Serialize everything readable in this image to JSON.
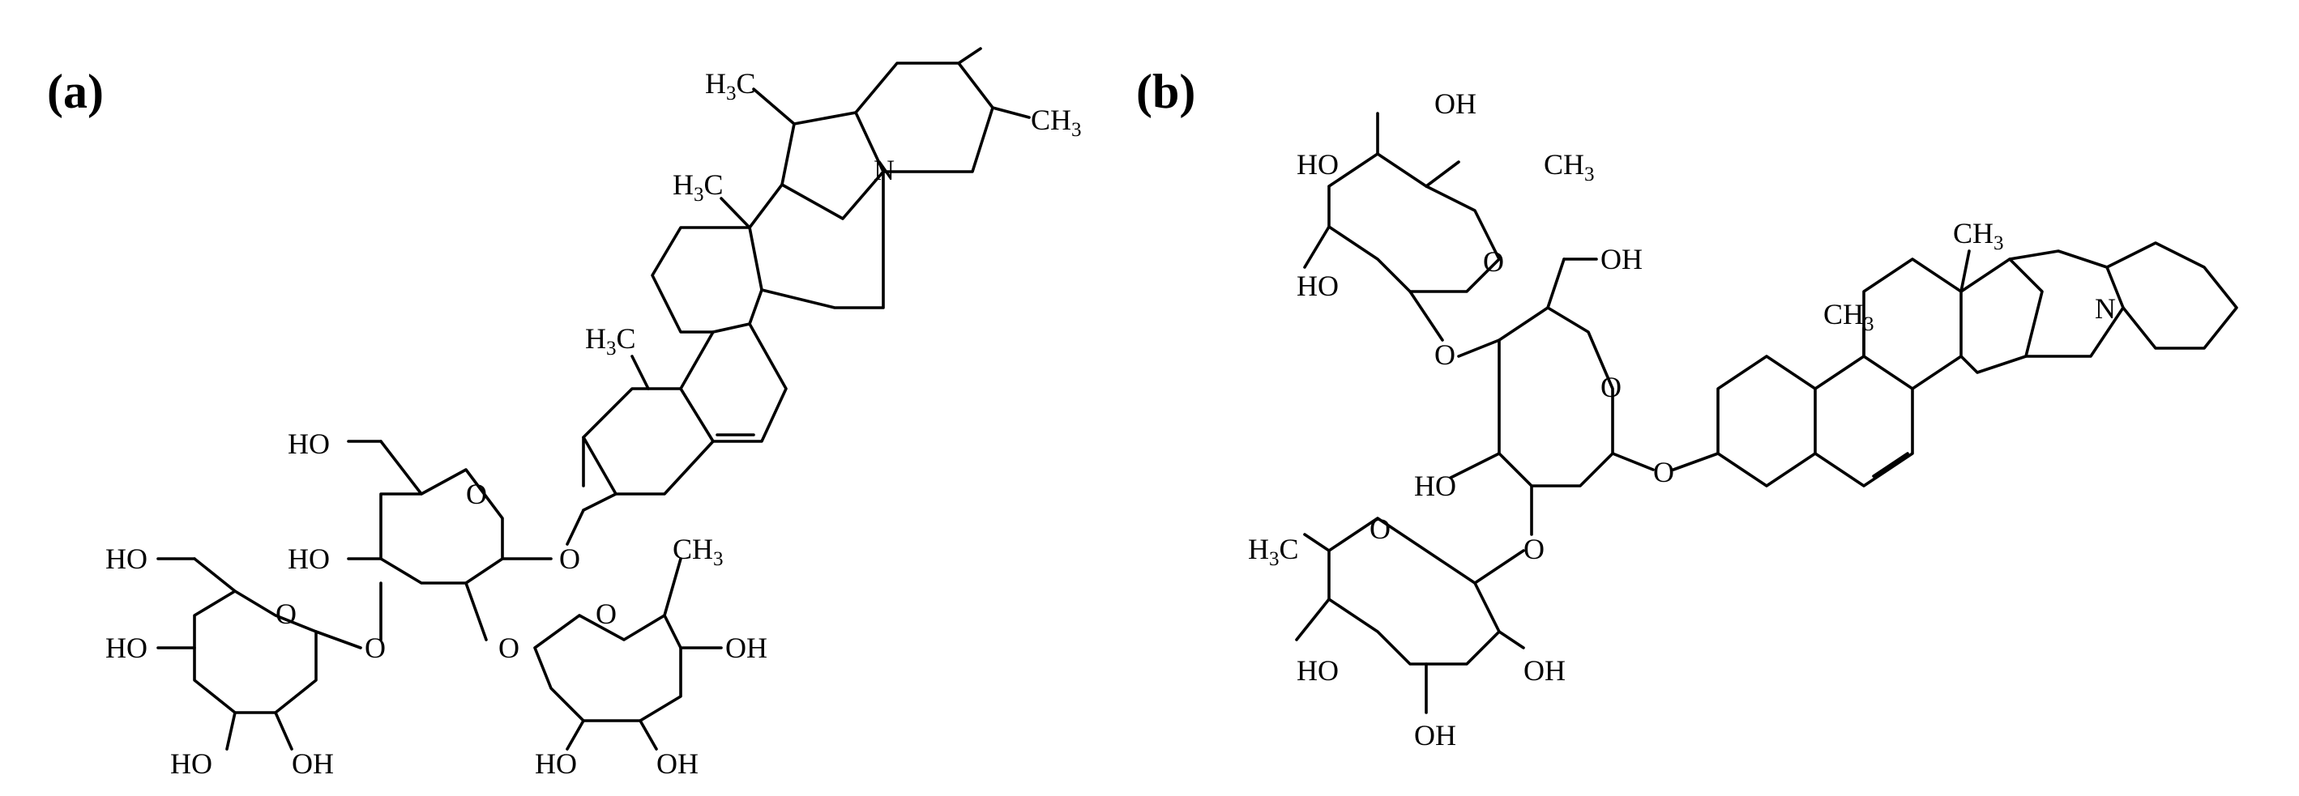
{
  "panels": [
    {
      "label": "(a)",
      "groups": {
        "ch3_top": "H3C",
        "ch3_right": "CH3",
        "ch3_mid": "H3C",
        "ch3_low": "H3C",
        "n": "N",
        "ch3_rha": "CH3",
        "ho_1": "HO",
        "ho_2": "HO",
        "ho_3": "HO",
        "ho_4": "HO",
        "ho_5": "HO",
        "oh_1": "OH",
        "ho_6": "HO",
        "oh_2": "OH",
        "oh_3": "OH",
        "o_1": "O",
        "o_2": "O",
        "o_3": "O",
        "o_4": "O",
        "o_5": "O",
        "o_6": "O"
      }
    },
    {
      "label": "(b)",
      "groups": {
        "oh_top": "OH",
        "ho_1": "HO",
        "ch3_rha1": "CH3",
        "ho_2": "HO",
        "oh_ch2": "OH",
        "ch3_c13": "CH3",
        "ch3_c10": "CH3",
        "n": "N",
        "ho_3": "HO",
        "ch3_rha2": "H3C",
        "ho_4": "HO",
        "oh_2": "OH",
        "oh_3": "OH",
        "o_1": "O",
        "o_2": "O",
        "o_3": "O",
        "o_4": "O",
        "o_5": "O",
        "o_6": "O"
      }
    }
  ]
}
